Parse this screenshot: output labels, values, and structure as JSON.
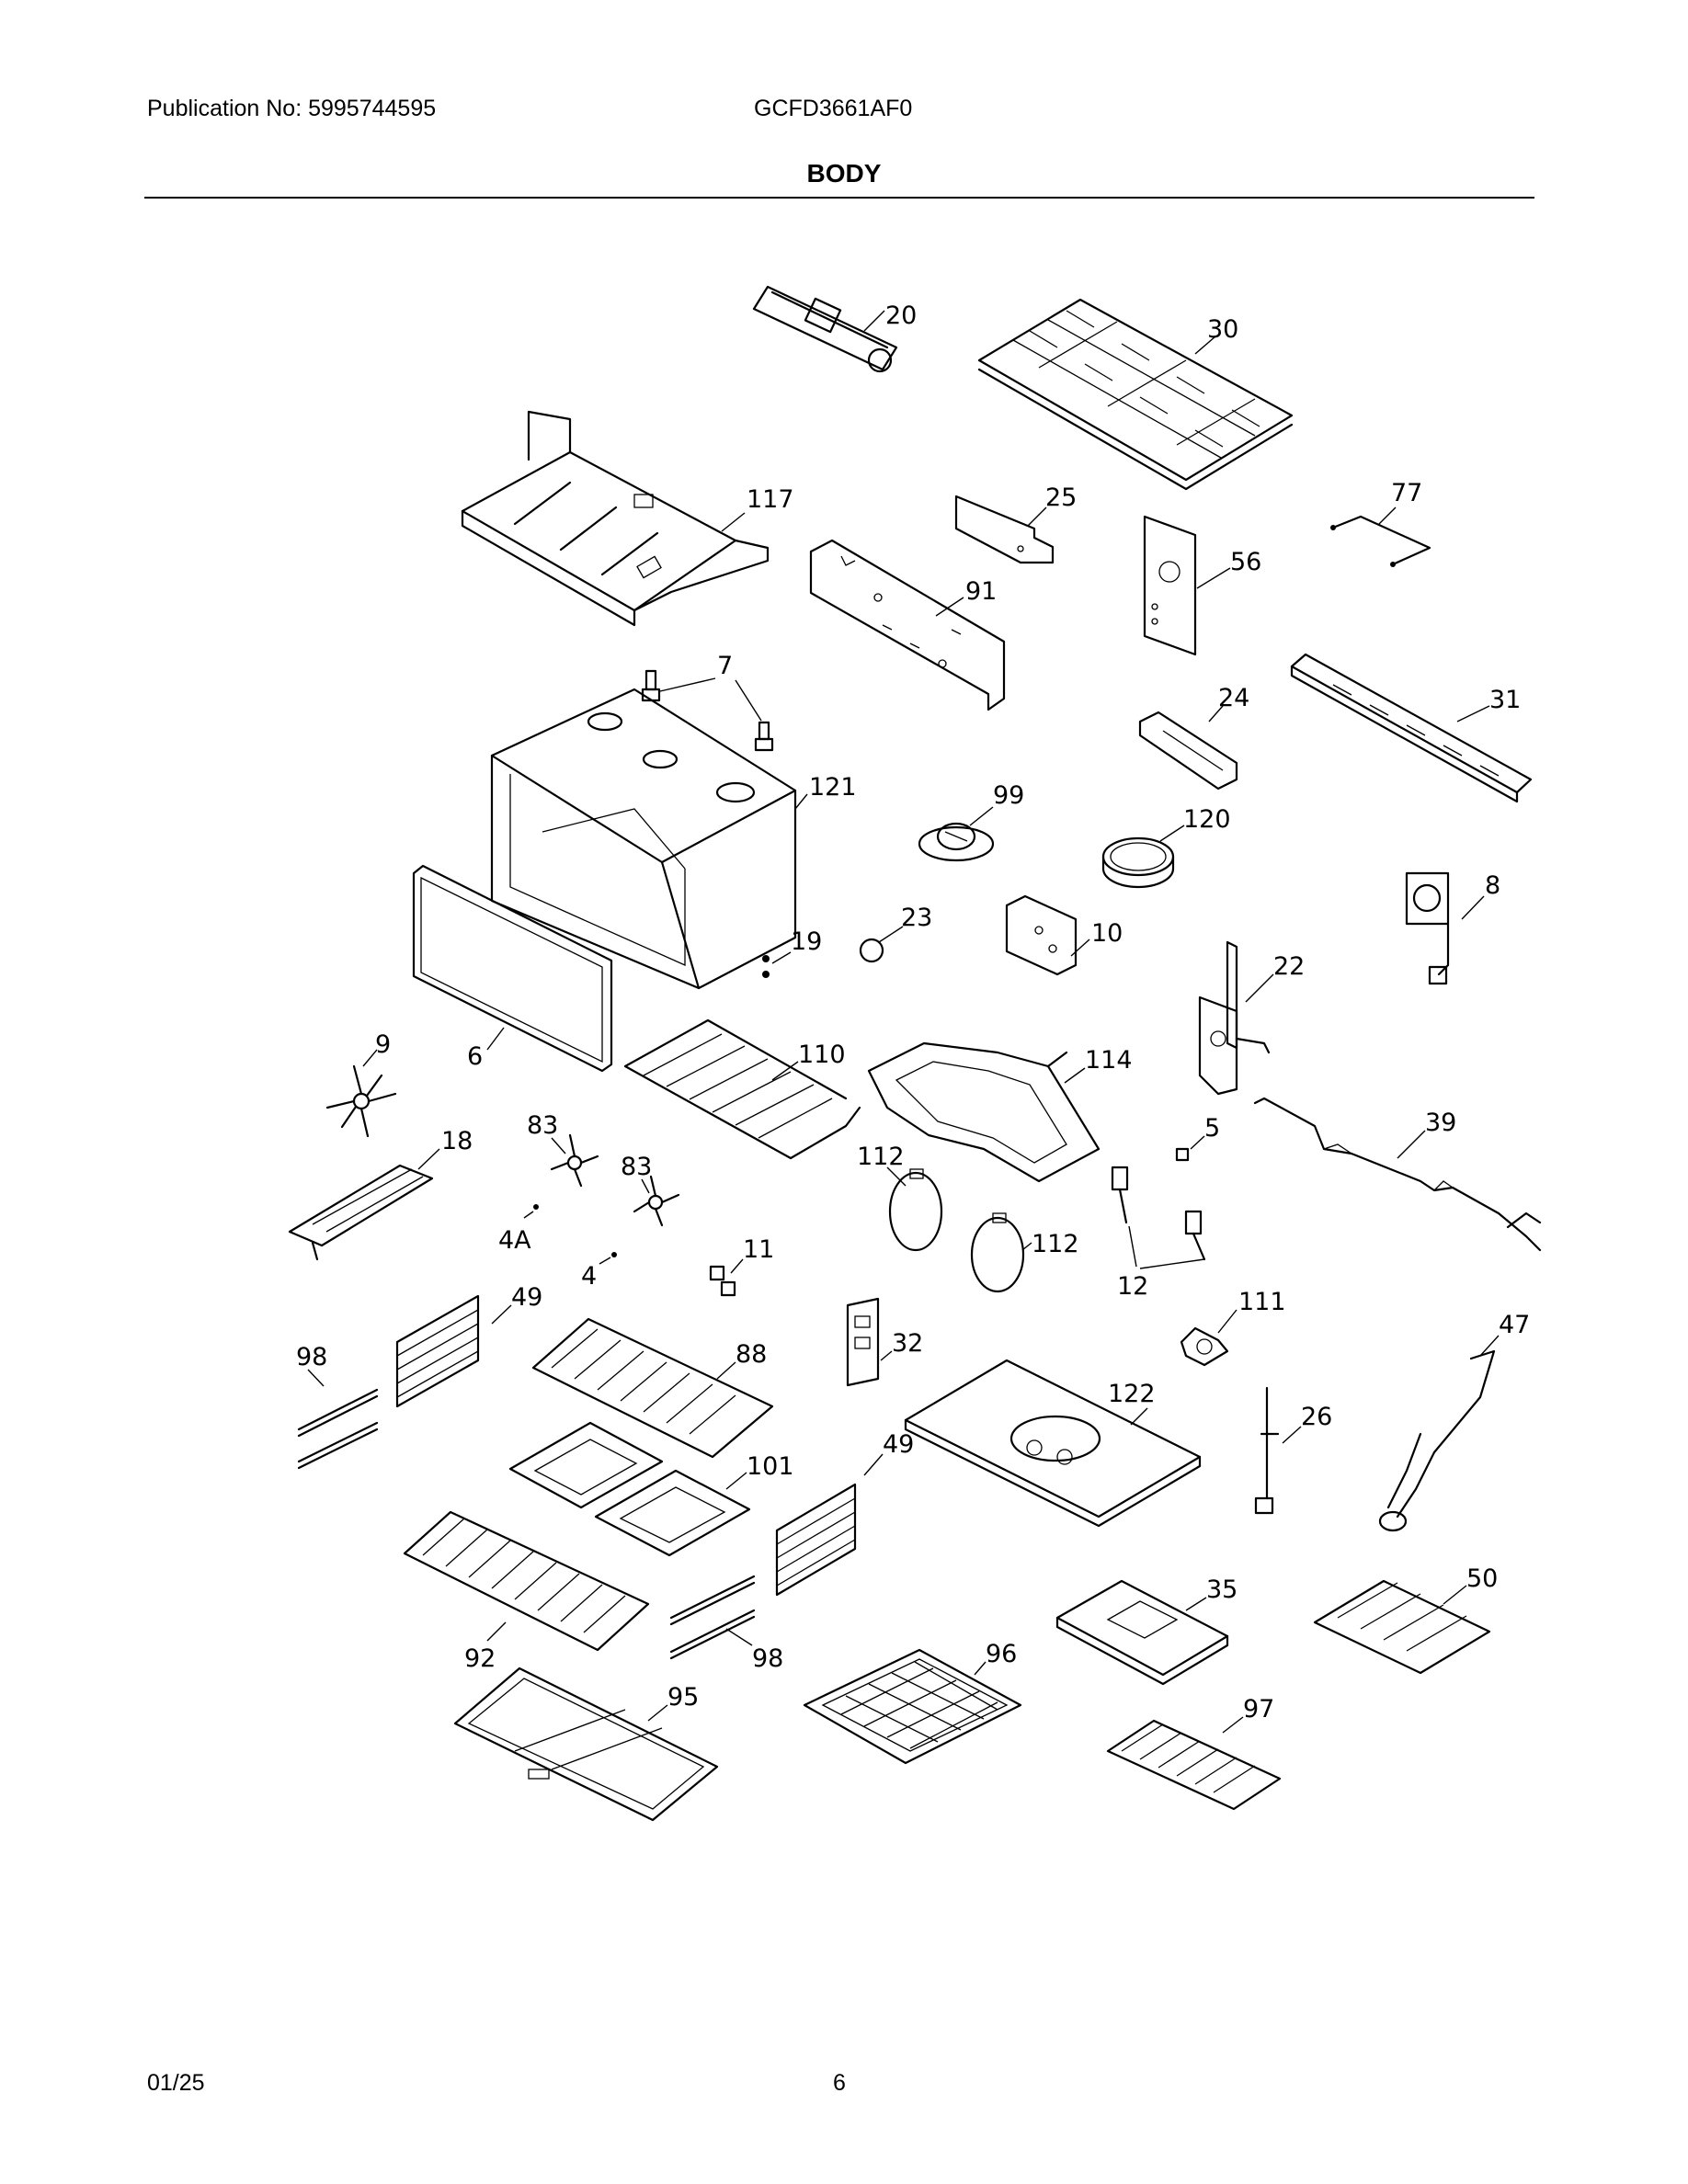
{
  "header": {
    "publication": "Publication No: 5995744595",
    "model": "GCFD3661AF0",
    "title": "BODY"
  },
  "footer": {
    "date": "01/25",
    "page": "6"
  },
  "parts": [
    {
      "id": "p20",
      "label": "20"
    },
    {
      "id": "p30",
      "label": "30"
    },
    {
      "id": "p117",
      "label": "117"
    },
    {
      "id": "p25",
      "label": "25"
    },
    {
      "id": "p77",
      "label": "77"
    },
    {
      "id": "p56",
      "label": "56"
    },
    {
      "id": "p91",
      "label": "91"
    },
    {
      "id": "p7",
      "label": "7"
    },
    {
      "id": "p24",
      "label": "24"
    },
    {
      "id": "p31",
      "label": "31"
    },
    {
      "id": "p121",
      "label": "121"
    },
    {
      "id": "p99",
      "label": "99"
    },
    {
      "id": "p120",
      "label": "120"
    },
    {
      "id": "p8",
      "label": "8"
    },
    {
      "id": "p23",
      "label": "23"
    },
    {
      "id": "p10",
      "label": "10"
    },
    {
      "id": "p19",
      "label": "19"
    },
    {
      "id": "p22",
      "label": "22"
    },
    {
      "id": "p9",
      "label": "9"
    },
    {
      "id": "p6",
      "label": "6"
    },
    {
      "id": "p110",
      "label": "110"
    },
    {
      "id": "p114",
      "label": "114"
    },
    {
      "id": "p18",
      "label": "18"
    },
    {
      "id": "p83a",
      "label": "83"
    },
    {
      "id": "p83b",
      "label": "83"
    },
    {
      "id": "p5",
      "label": "5"
    },
    {
      "id": "p39",
      "label": "39"
    },
    {
      "id": "p112a",
      "label": "112"
    },
    {
      "id": "p4A",
      "label": "4A"
    },
    {
      "id": "p112b",
      "label": "112"
    },
    {
      "id": "p11",
      "label": "11"
    },
    {
      "id": "p4",
      "label": "4"
    },
    {
      "id": "p12",
      "label": "12"
    },
    {
      "id": "p49a",
      "label": "49"
    },
    {
      "id": "p111",
      "label": "111"
    },
    {
      "id": "p98a",
      "label": "98"
    },
    {
      "id": "p88",
      "label": "88"
    },
    {
      "id": "p32",
      "label": "32"
    },
    {
      "id": "p47",
      "label": "47"
    },
    {
      "id": "p122",
      "label": "122"
    },
    {
      "id": "p26",
      "label": "26"
    },
    {
      "id": "p49b",
      "label": "49"
    },
    {
      "id": "p101",
      "label": "101"
    },
    {
      "id": "p35",
      "label": "35"
    },
    {
      "id": "p50",
      "label": "50"
    },
    {
      "id": "p92",
      "label": "92"
    },
    {
      "id": "p98b",
      "label": "98"
    },
    {
      "id": "p96",
      "label": "96"
    },
    {
      "id": "p95",
      "label": "95"
    },
    {
      "id": "p97",
      "label": "97"
    }
  ]
}
